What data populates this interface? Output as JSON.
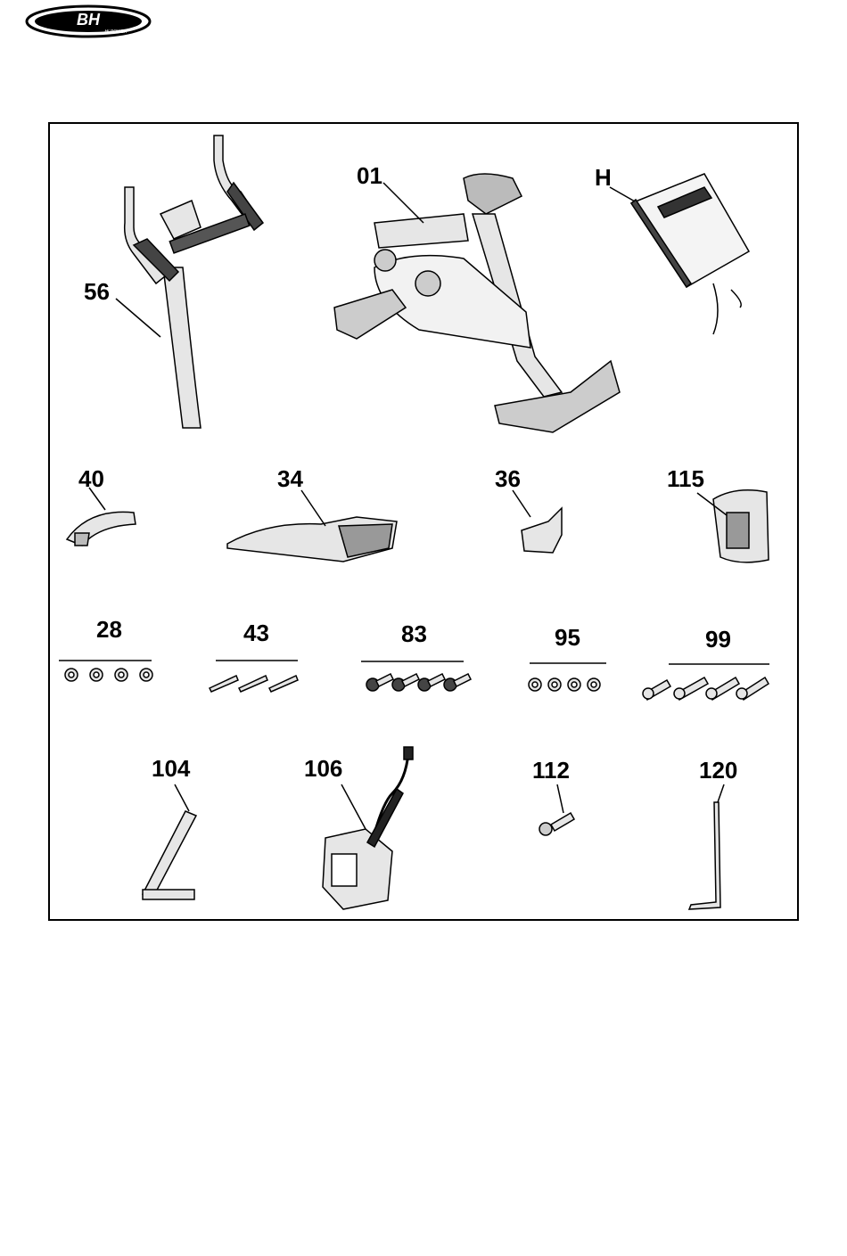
{
  "brand": {
    "name": "BH",
    "tagline": "HI POWER"
  },
  "callouts": {
    "p56": "56",
    "p01": "01",
    "pH": "H",
    "p40": "40",
    "p34": "34",
    "p36": "36",
    "p115": "115",
    "p28": "28",
    "p43": "43",
    "p83": "83",
    "p95": "95",
    "p99": "99",
    "p104": "104",
    "p106": "106",
    "p112": "112",
    "p120": "120"
  },
  "colors": {
    "ink": "#000000",
    "part_fill": "#e6e6e6",
    "part_dark": "#333333",
    "panel_border": "#000000"
  },
  "icons": [
    "bh-logo",
    "handlebar-part",
    "frame-part",
    "console-part",
    "cap-part",
    "cover-part",
    "clip-part",
    "sensor-holder-part",
    "washer-icon",
    "screw-icon",
    "bolt-icon",
    "allen-key-part",
    "power-adapter-part"
  ]
}
